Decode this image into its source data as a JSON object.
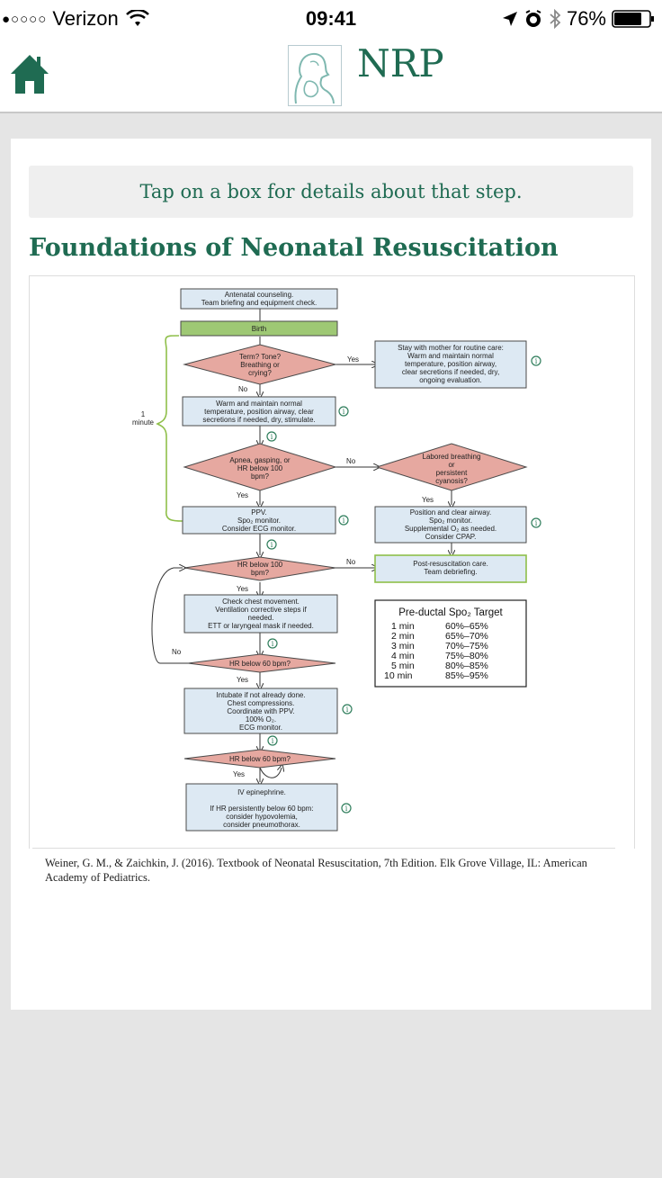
{
  "status_bar": {
    "carrier": "Verizon",
    "time": "09:41",
    "battery": "76%",
    "icons": [
      "signal-dots-icon",
      "wifi-icon",
      "location-arrow-icon",
      "alarm-icon",
      "bluetooth-icon",
      "battery-icon"
    ]
  },
  "nav": {
    "title": "NRP",
    "home_icon": "home-icon"
  },
  "hint": "Tap on a box for details about that step.",
  "heading": "Foundations of Neonatal Resuscitation",
  "colors": {
    "brand_green": "#1f6b52",
    "box_blue": "#dde9f3",
    "diamond_red": "#e6a8a0",
    "birth_green": "#9ec874"
  },
  "flowchart": {
    "antenatal": [
      "Antenatal counseling.",
      "Team briefing and equipment check."
    ],
    "birth": "Birth",
    "term_q": [
      "Term? Tone?",
      "Breathing or",
      "crying?"
    ],
    "yes": "Yes",
    "no": "No",
    "stay_mother": [
      "Stay with mother for routine care:",
      "Warm and maintain normal",
      "temperature, position airway,",
      "clear secretions if needed, dry,",
      "ongoing evaluation."
    ],
    "warm": [
      "Warm and maintain normal",
      "temperature, position airway, clear",
      "secretions if needed, dry, stimulate."
    ],
    "one_minute": [
      "1",
      "minute"
    ],
    "apnea_q": [
      "Apnea, gasping, or",
      "HR below 100",
      "bpm?"
    ],
    "labored_q": [
      "Labored breathing",
      "or",
      "persistent",
      "cyanosis?"
    ],
    "ppv": [
      "PPV.",
      "Spo₂ monitor.",
      "Consider ECG monitor."
    ],
    "position": [
      "Position and clear airway.",
      "Spo₂ monitor.",
      "Supplemental O₂ as needed.",
      "Consider CPAP."
    ],
    "hr100_q": [
      "HR below 100",
      "bpm?"
    ],
    "post": [
      "Post-resuscitation care.",
      "Team debriefing."
    ],
    "check_chest": [
      "Check chest movement.",
      "Ventilation corrective steps if",
      "needed.",
      "ETT or laryngeal mask if needed."
    ],
    "hr60_q1": "HR below 60 bpm?",
    "intubate": [
      "Intubate if not already done.",
      "Chest compressions.",
      "Coordinate with PPV.",
      "100% O₂.",
      "ECG monitor."
    ],
    "hr60_q2": "HR below 60 bpm?",
    "epi": [
      "IV epinephrine.",
      "",
      "If HR persistently below 60 bpm:",
      "consider hypovolemia,",
      "consider pneumothorax."
    ],
    "spo2_table": {
      "title": "Pre-ductal Spo₂ Target",
      "rows": [
        [
          "1 min",
          "60%–65%"
        ],
        [
          "2 min",
          "65%–70%"
        ],
        [
          "3 min",
          "70%–75%"
        ],
        [
          "4 min",
          "75%–80%"
        ],
        [
          "5 min",
          "80%–85%"
        ],
        [
          "10 min",
          "85%–95%"
        ]
      ]
    },
    "info_symbol": "i"
  },
  "citation": "Weiner, G. M., & Zaichkin, J. (2016). Textbook of Neonatal Resuscitation, 7th Edition. Elk Grove Village, IL: American Academy of Pediatrics."
}
